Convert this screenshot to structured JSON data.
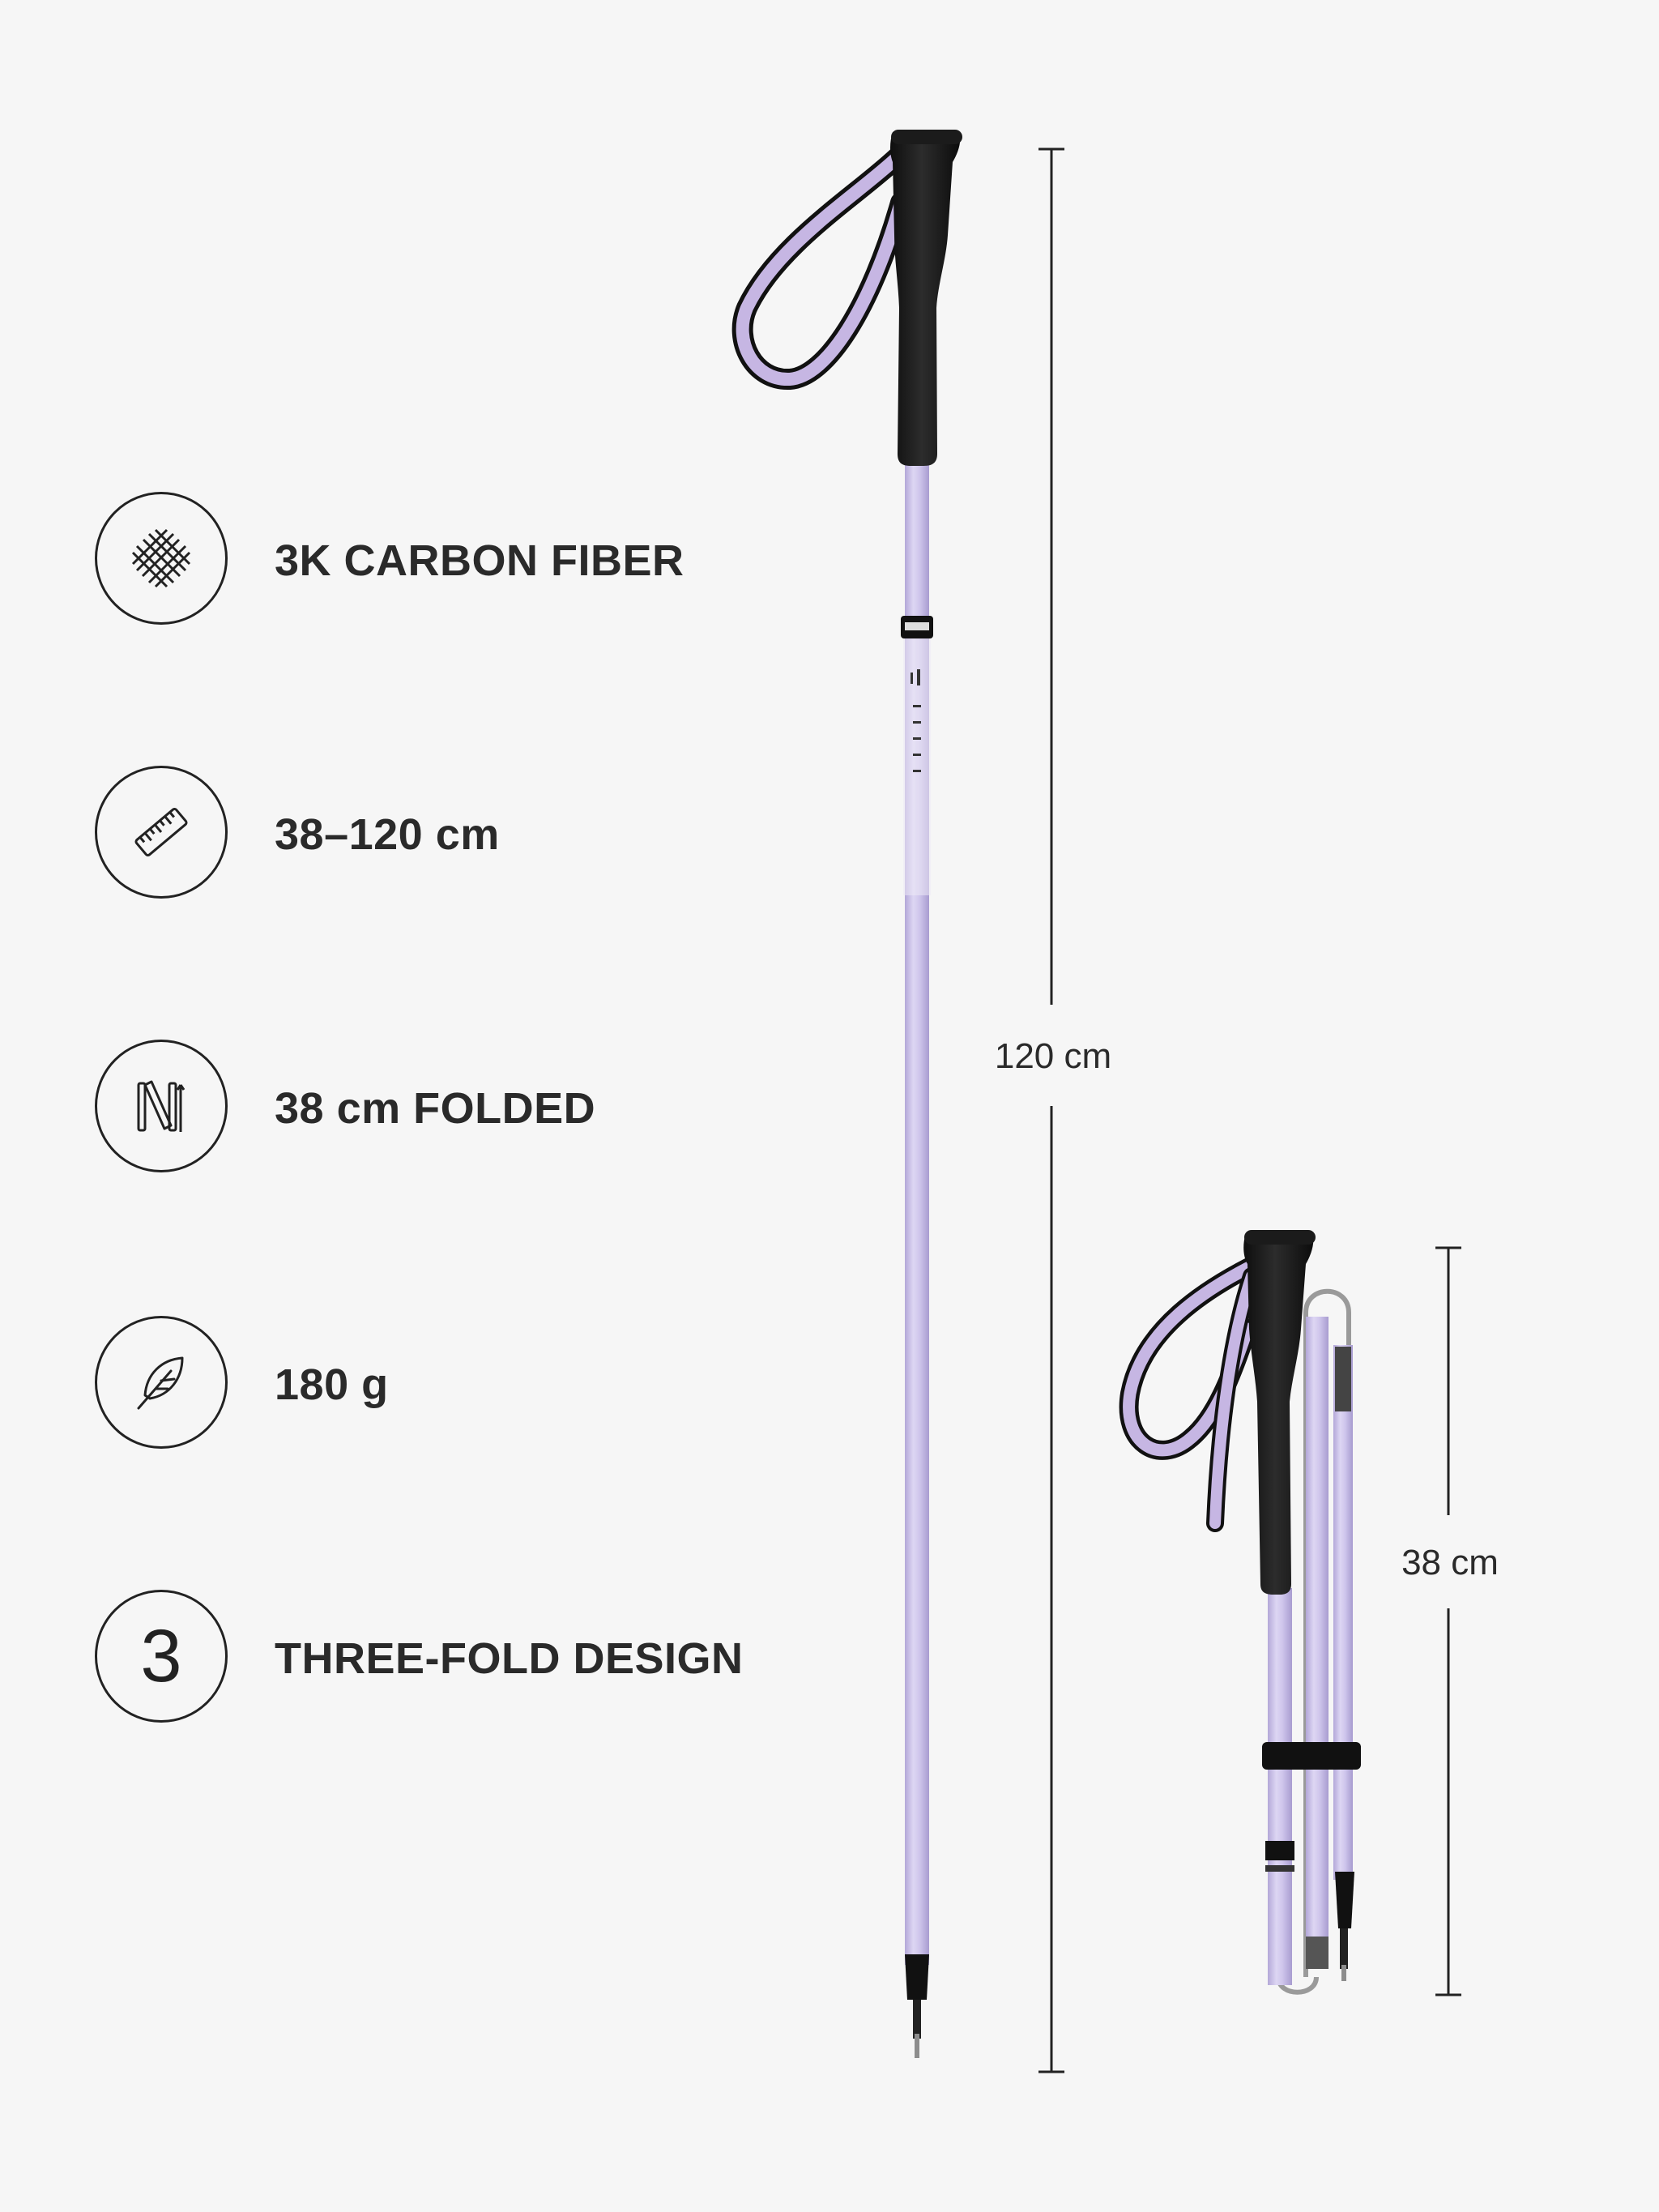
{
  "features": [
    {
      "icon": "carbon-weave-icon",
      "label": "3K CARBON FIBER"
    },
    {
      "icon": "ruler-icon",
      "label": "38–120 cm"
    },
    {
      "icon": "folded-pole-icon",
      "label": "38 cm FOLDED"
    },
    {
      "icon": "feather-icon",
      "label": "180 g"
    },
    {
      "icon": "numeral-three-icon",
      "numeral": "3",
      "label": "THREE-FOLD DESIGN"
    }
  ],
  "dimensions": {
    "extended": "120 cm",
    "folded": "38 cm"
  },
  "colors": {
    "background": "#f6f6f6",
    "pole_shaft": "#c9bfe6",
    "grip": "#1a1a1a",
    "strap": "#c6b6e3",
    "text": "#222222"
  }
}
